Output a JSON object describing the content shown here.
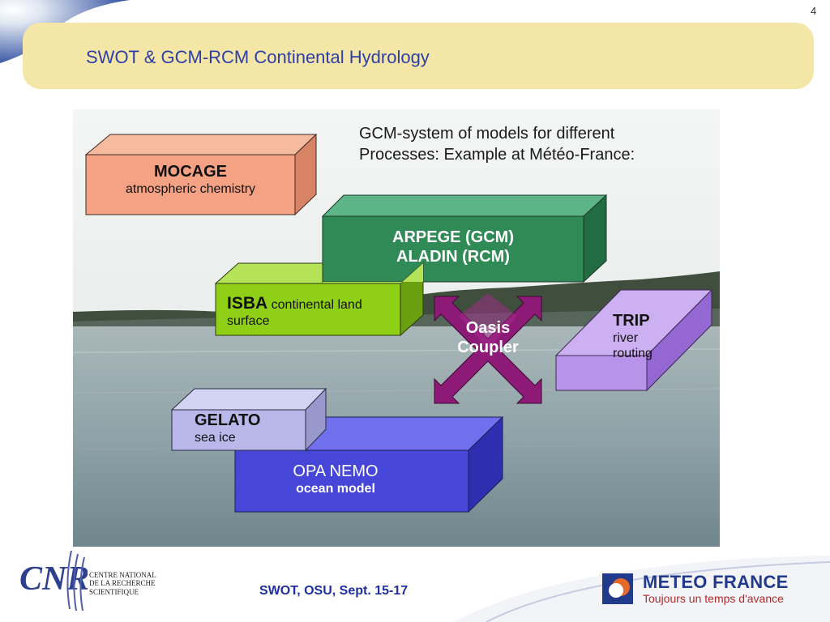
{
  "page": {
    "number": "4",
    "title": "SWOT & GCM-RCM Continental Hydrology"
  },
  "caption": {
    "line1": "GCM-system of models for different",
    "line2": "Processes: Example at Météo-France:"
  },
  "models": {
    "mocage": {
      "name": "MOCAGE",
      "desc": "atmospheric chemistry"
    },
    "arpege": {
      "line1": "ARPEGE (GCM)",
      "line2": "ALADIN (RCM)"
    },
    "isba": {
      "name": "ISBA",
      "desc1": "continental land",
      "desc2": "surface"
    },
    "oasis": {
      "line1": "Oasis",
      "line2": "Coupler"
    },
    "trip": {
      "name": "TRIP",
      "desc1": "river",
      "desc2": "routing"
    },
    "gelato": {
      "name": "GELATO",
      "desc": "sea ice"
    },
    "opa": {
      "name": "OPA NEMO",
      "desc": "ocean model"
    }
  },
  "footer": {
    "event": "SWOT, OSU, Sept. 15-17",
    "cnrs_name": [
      "CENTRE NATIONAL",
      "DE LA RECHERCHE",
      "SCIENTIFIQUE"
    ],
    "cnrs_logo_text": "CNRS",
    "meteo_name": "METEO FRANCE",
    "meteo_slogan": "Toujours un temps d'avance"
  },
  "colors": {
    "title_text": "#2e3fa8",
    "title_bar": "#f3e6a6",
    "mocage": "#f4a283",
    "arpege": "#2f8a55",
    "isba": "#8fd017",
    "oasis": "#8e1a78",
    "trip": "#b992ea",
    "gelato": "#b9b8ea",
    "opa": "#4646d8",
    "footer_text": "#1e2fa0"
  }
}
